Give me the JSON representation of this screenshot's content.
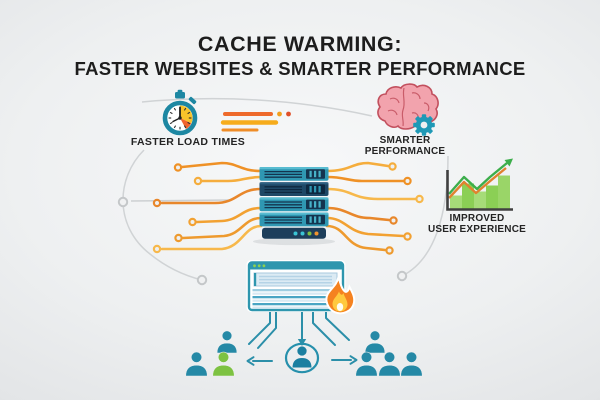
{
  "title": {
    "line1": "CACHE WARMING:",
    "line2": "FASTER WEBSITES & SMARTER PERFORMANCE"
  },
  "benefits": {
    "faster_load_times": {
      "label": "FASTER LOAD TIMES",
      "icon": "stopwatch-icon"
    },
    "smarter_performance": {
      "line1": "SMARTER",
      "line2": "PERFORMANCE",
      "icon": "brain-gear-icon"
    },
    "improved_user_experience": {
      "line1": "IMPROVED",
      "line2": "USER EXPERIENCE",
      "icon": "growth-chart-icon"
    }
  },
  "center_graphics": {
    "server": "cache-server-stack-icon",
    "circuits": "orange-circuit-traces",
    "browser": "webpage-window-icon",
    "flame": "flame-icon",
    "flow": "down-left-right-arrows",
    "users_left": "user-group-3",
    "users_right": "user-group-4",
    "user_center": "user-in-circle-icon"
  },
  "colors": {
    "background": "#eef0f1",
    "title_text": "#1d1d1d",
    "label_text": "#242424",
    "teal": "#2792ad",
    "teal_dark": "#1b7fa0",
    "navy": "#1c3d5c",
    "trace_orange": "#f09a30",
    "stopwatch_yellow": "#f9c32a",
    "stopwatch_orange": "#f0632d",
    "brain_pink": "#f2a3ad",
    "brain_outline": "#c2505e",
    "gear_teal": "#1f99b6",
    "user_green": "#7dc242",
    "flame_orange": "#f58220",
    "flame_yellow": "#ffc93e",
    "chart_green": "#8bcf55",
    "chart_line_green": "#3cae4b",
    "chart_line_orange": "#e0822f",
    "arc_gray": "#d0d3d5"
  }
}
